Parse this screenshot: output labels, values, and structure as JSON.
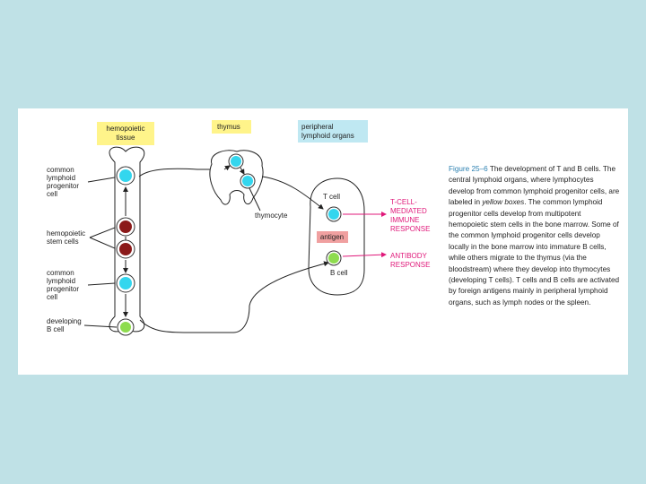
{
  "boxes": {
    "hemopoietic": [
      "hemopoietic",
      "tissue"
    ],
    "thymus": "thymus",
    "peripheral": [
      "peripheral",
      "lymphoid organs"
    ]
  },
  "labels": {
    "common_progenitor_top": [
      "common",
      "lymphoid",
      "progenitor",
      "cell"
    ],
    "stem_cells": [
      "hemopoietic",
      "stem cells"
    ],
    "common_progenitor_bottom": [
      "common",
      "lymphoid",
      "progenitor",
      "cell"
    ],
    "developing_b": [
      "developing",
      "B cell"
    ],
    "thymocyte": "thymocyte",
    "t_cell": "T cell",
    "antigen": "antigen",
    "b_cell": "B cell",
    "t_response": [
      "T-CELL-",
      "MEDIATED",
      "IMMUNE",
      "RESPONSE"
    ],
    "antibody_response": [
      "ANTIBODY",
      "RESPONSE"
    ]
  },
  "caption": {
    "figure": "Figure 25–6",
    "text_1": " The development of T and B cells. The central lymphoid organs, where lymphocytes develop from common lymphoid progenitor cells, are labeled in ",
    "italic": "yellow boxes",
    "text_2": ". The common lymphoid progenitor cells develop from multipotent hemopoietic stem cells in the bone marrow. Some of the common lymphoid progenitor cells develop locally in the bone marrow into immature B cells, while others migrate to the thymus (via the bloodstream) where they develop into thymocytes (developing T cells). T cells and B cells are activated by foreign antigens mainly in peripheral lymphoid organs, such as lymph nodes or the spleen."
  },
  "colors": {
    "background": "#bfe1e6",
    "yellow_box": "#fff48a",
    "blue_box": "#bfe8f2",
    "cyan_cell": "#33d6ee",
    "stem_cell": "#8b1a1a",
    "green_cell": "#8edc4e",
    "antigen_box": "#f0a0a0",
    "response_pink": "#e0197a",
    "caption_blue": "#2a7fb0"
  }
}
